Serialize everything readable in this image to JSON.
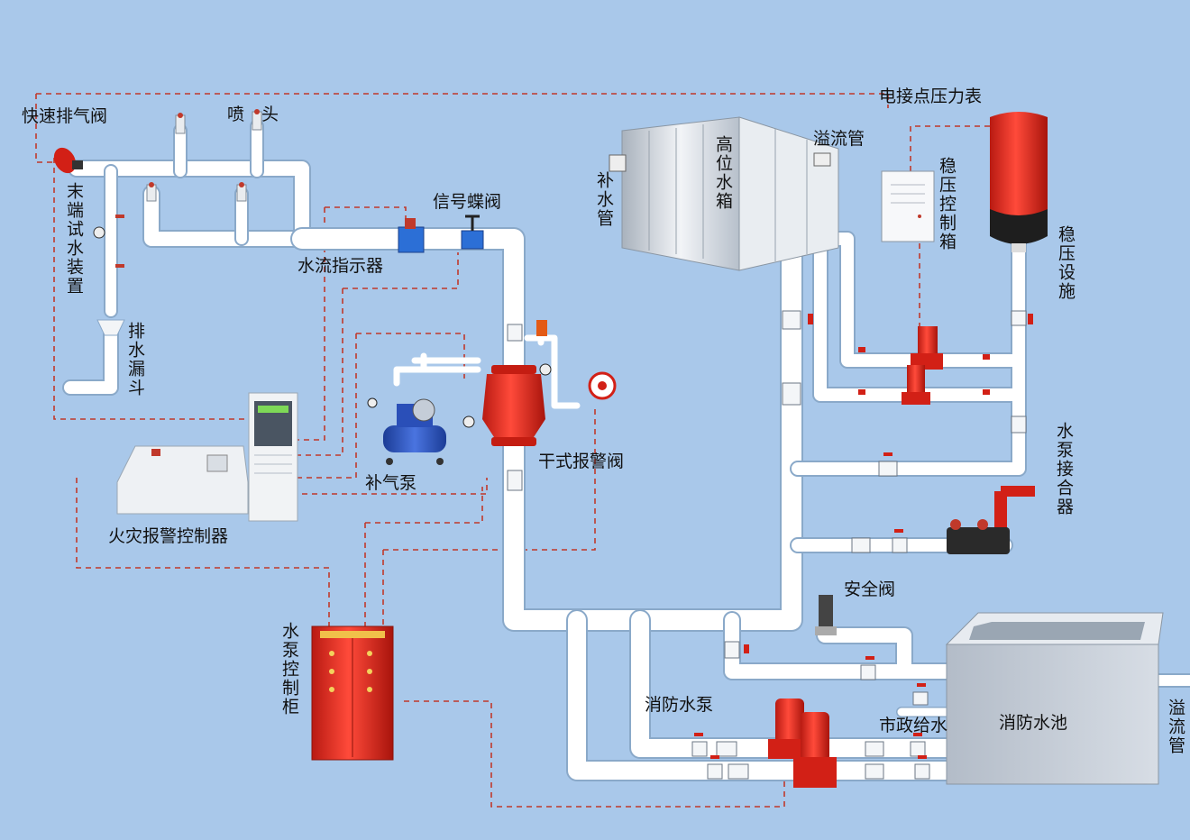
{
  "colors": {
    "background": "#a9c8ea",
    "pipe": "#ffffff",
    "equipment_red": "#e02b1f",
    "signal_line": "#c0392b",
    "compressor_blue": "#2a4fb8"
  },
  "labels": {
    "quick_exhaust_valve": "快速排气阀",
    "sprinkler_head": "喷　头",
    "end_test_device": "末端试水装置",
    "drain_funnel": "排水漏斗",
    "water_flow_indicator": "水流指示器",
    "signal_butterfly_valve": "信号蝶阀",
    "makeup_pipe": "补水管",
    "high_tank": "高位水箱",
    "overflow_pipe_top": "溢流管",
    "contact_pressure_gauge": "电接点压力表",
    "pressure_control_box": "稳压控制箱",
    "pressure_device": "稳压设施",
    "air_pump": "补气泵",
    "dry_alarm_valve": "干式报警阀",
    "fire_alarm_controller": "火灾报警控制器",
    "pump_adapter": "水泵接合器",
    "safety_valve": "安全阀",
    "pump_control_cabinet": "水泵控制柜",
    "fire_pump": "消防水泵",
    "municipal_supply": "市政给水",
    "fire_pool": "消防水池",
    "overflow_pipe_side": "溢流管"
  },
  "icons": {
    "exhaust_valve": "quick-exhaust-valve-icon",
    "sprinkler": "sprinkler-head-icon",
    "flow_indicator": "water-flow-indicator-icon",
    "butterfly_valve": "butterfly-valve-icon",
    "alarm_valve": "dry-alarm-valve-icon",
    "air_compressor": "air-compressor-icon",
    "alarm_bell": "alarm-bell-icon",
    "pressure_tank": "pressure-tank-icon",
    "stabilizer_pump": "stabilizer-pump-icon",
    "fire_pump": "fire-pump-icon",
    "pump_adapter": "pump-adapter-icon",
    "safety_valve": "safety-valve-icon",
    "gate_valve": "gate-valve-icon"
  }
}
